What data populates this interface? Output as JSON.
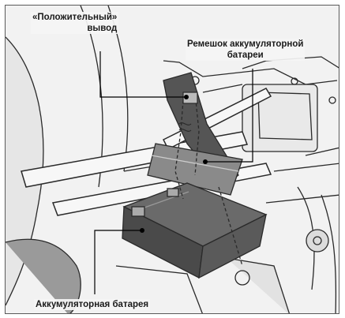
{
  "labels": {
    "positive_terminal_line1": "«Положительный»",
    "positive_terminal_line2": "вывод",
    "battery_strap_line1": "Ремешок аккумуляторной",
    "battery_strap_line2": "батареи",
    "battery": "Аккумуляторная батарея"
  },
  "colors": {
    "background": "#f2f2f2",
    "frame_line": "#2a2a2a",
    "leader_line": "#000000",
    "battery_body": "#4a4a4a"
  }
}
